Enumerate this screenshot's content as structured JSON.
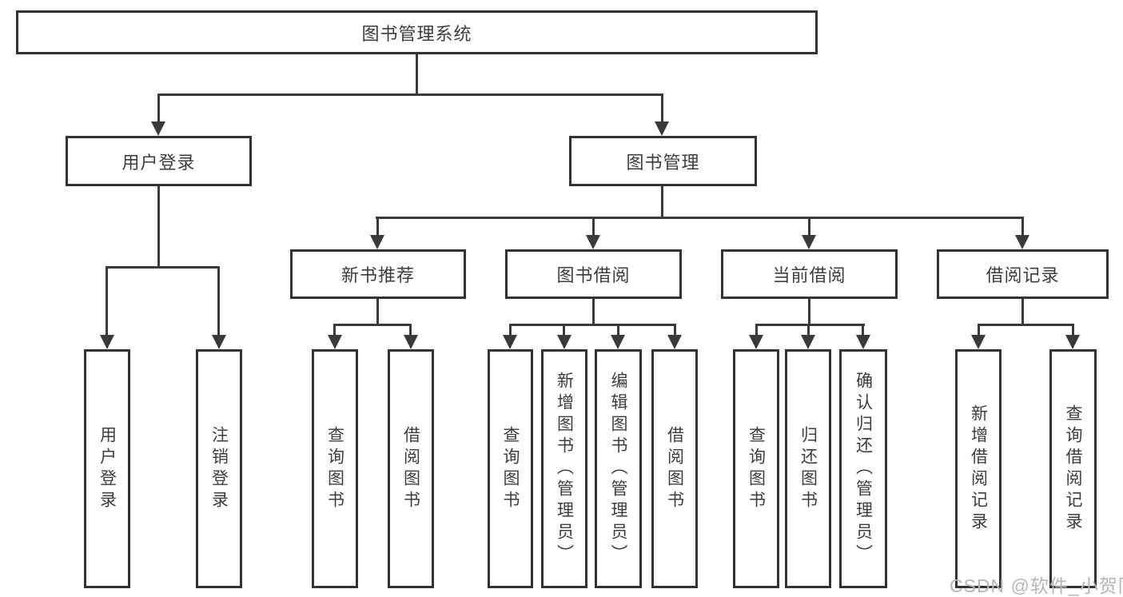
{
  "tree": {
    "label": "图书管理系统",
    "children": [
      {
        "label": "用户登录",
        "children": [
          {
            "label": "用户登录"
          },
          {
            "label": "注销登录"
          }
        ]
      },
      {
        "label": "图书管理",
        "children": [
          {
            "label": "新书推荐",
            "children": [
              {
                "label": "查询图书"
              },
              {
                "label": "借阅图书"
              }
            ]
          },
          {
            "label": "图书借阅",
            "children": [
              {
                "label": "查询图书"
              },
              {
                "label": "新增图书（管理员）"
              },
              {
                "label": "编辑图书（管理员）"
              },
              {
                "label": "借阅图书"
              }
            ]
          },
          {
            "label": "当前借阅",
            "children": [
              {
                "label": "查询图书"
              },
              {
                "label": "归还图书"
              },
              {
                "label": "确认归还（管理员）"
              }
            ]
          },
          {
            "label": "借阅记录",
            "children": [
              {
                "label": "新增借阅记录"
              },
              {
                "label": "查询借阅记录"
              }
            ]
          }
        ]
      }
    ]
  },
  "watermark": {
    "text": "CSDN @软件_小贺同学"
  },
  "colors": {
    "line": "#3a3a3a",
    "box_border": "#333333",
    "text": "#3d3d3d",
    "watermark": "#b5b5b5"
  }
}
